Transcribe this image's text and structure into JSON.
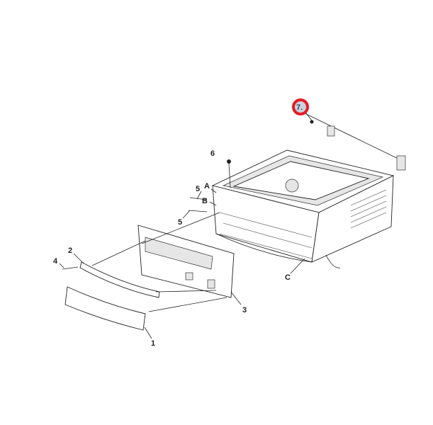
{
  "diagram": {
    "labels": {
      "part1": "1",
      "part2": "2",
      "part3": "3",
      "part4": "4",
      "part5a": "5",
      "part5b": "5",
      "part6": "6",
      "part7": "7.",
      "ref_a": "A",
      "ref_b": "B",
      "ref_c": "C"
    },
    "colors": {
      "callout_ring": "#e31b23",
      "callout_fill": "#c9d3e0"
    }
  }
}
